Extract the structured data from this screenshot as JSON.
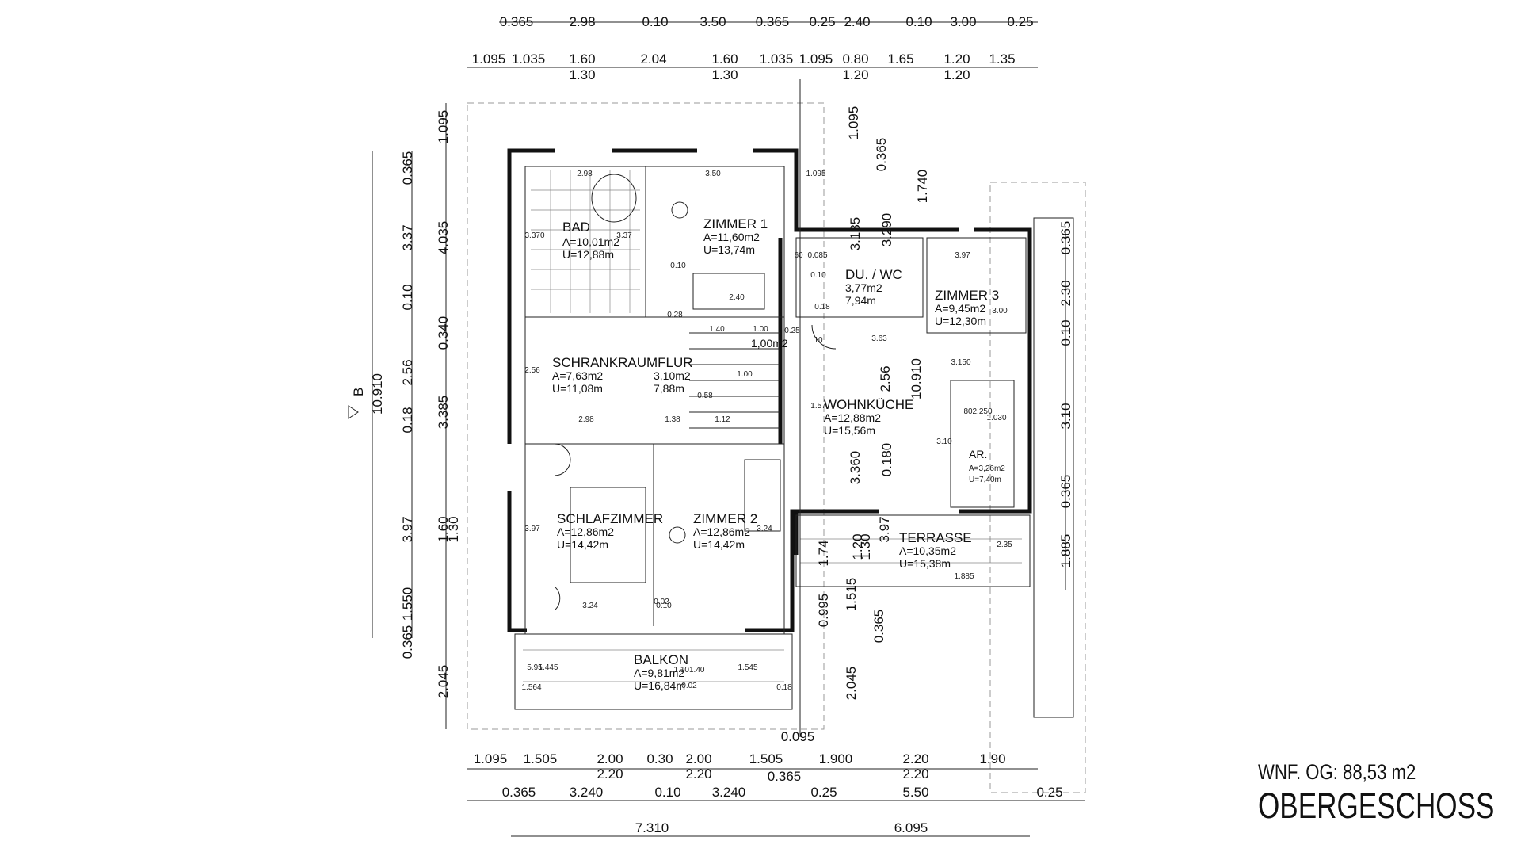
{
  "title_block": {
    "wnf": "WNF. OG: 88,53 m2",
    "floor": "OBERGESCHOSS"
  },
  "section_marker": "B",
  "rooms": {
    "bad": {
      "name": "BAD",
      "area": "A=10,01m2",
      "perimeter": "U=12,88m"
    },
    "zimmer1": {
      "name": "ZIMMER 1",
      "area": "A=11,60m2",
      "perimeter": "U=13,74m"
    },
    "duwc": {
      "name": "DU. / WC",
      "area": "3,77m2",
      "perimeter": "7,94m"
    },
    "zimmer3": {
      "name": "ZIMMER 3",
      "area": "A=9,45m2",
      "perimeter": "U=12,30m"
    },
    "flur": {
      "name": "SCHRANKRAUMFLUR",
      "area": "A=7,63m2",
      "perimeter": "U=11,08m"
    },
    "flur2": {
      "area": "3,10m2",
      "perimeter": "7,88m"
    },
    "stair": {
      "area": "1,00m2"
    },
    "wohn": {
      "name": "WOHNKÜCHE",
      "area": "A=12,88m2",
      "perimeter": "U=15,56m"
    },
    "ar": {
      "name": "AR.",
      "area": "A=3,26m2",
      "perimeter": "U=7,40m"
    },
    "schlaf": {
      "name": "SCHLAFZIMMER",
      "area": "A=12,86m2",
      "perimeter": "U=14,42m"
    },
    "zimmer2": {
      "name": "ZIMMER 2",
      "area": "A=12,86m2",
      "perimeter": "U=14,42m"
    },
    "terrasse": {
      "name": "TERRASSE",
      "area": "A=10,35m2",
      "perimeter": "U=15,38m"
    },
    "balkon": {
      "name": "BALKON",
      "area": "A=9,81m2",
      "perimeter": "U=16,84m"
    }
  },
  "dims_top_row1": [
    "0.365",
    "2.98",
    "0.10",
    "3.50",
    "0.365",
    "0.25",
    "2.40",
    "0.10",
    "3.00",
    "0.25"
  ],
  "dims_top_row2": [
    "1.095",
    "1.035",
    "1.60",
    "2.04",
    "1.60",
    "1.035",
    "1.095",
    "0.80",
    "1.65",
    "1.20",
    "1.35"
  ],
  "dims_top_row2_sub": [
    "1.30",
    "1.30",
    "1.20",
    "1.20"
  ],
  "dims_left_outer": [
    "10.910"
  ],
  "dims_left_mid": [
    "0.365",
    "3.37",
    "0.10",
    "2.56",
    "0.18",
    "3.97",
    "1.550",
    "0.365"
  ],
  "dims_left_inner": [
    "1.095",
    "4.035",
    "0.340",
    "3.385",
    "1.60",
    "1.30",
    "2.045"
  ],
  "dims_center_v": [
    "1.095",
    "0.365",
    "1.740",
    "3.135",
    "3.290",
    "2.56",
    "10.910",
    "3.360",
    "0.180",
    "3.97",
    "1.20",
    "1.30",
    "1.74",
    "1.515",
    "0.995",
    "0.365",
    "2.045"
  ],
  "dims_right_v": [
    "0.365",
    "2.30",
    "0.10",
    "3.10",
    "0.365",
    "1.885"
  ],
  "dims_bottom_row1": [
    "1.095",
    "1.505",
    "2.00",
    "0.30",
    "2.00",
    "1.505",
    "1.900",
    "2.20",
    "1.90"
  ],
  "dims_bottom_row1_sub": [
    "2.20",
    "2.20",
    "2.20"
  ],
  "dims_bottom_mid": [
    "0.095",
    "0.365"
  ],
  "dims_bottom_row2": [
    "0.365",
    "3.240",
    "0.10",
    "3.240",
    "0.25",
    "5.50",
    "0.25"
  ],
  "dims_bottom_row3": [
    "7.310",
    "6.095"
  ],
  "dims_inner_small": [
    "2.98",
    "3.50",
    "1.095",
    "3.370",
    "3.37",
    "2.40",
    "1.40",
    "1.00",
    "2.56",
    "2.98",
    "1.38",
    "1.12",
    "3.97",
    "3.24",
    "0.10",
    "3.24",
    "3.97",
    "3.00",
    "3.150",
    "3.10",
    "2.35",
    "1.885",
    "5.95",
    "1.445",
    "1.545",
    "1.564",
    "0.18",
    "0.18",
    "0.10",
    "1.57",
    "3.63",
    "1.030",
    "2.250",
    "80",
    "10",
    "60",
    "0.085",
    "0.25",
    "1.00",
    "0.58",
    "0.28",
    "0.10",
    "1.101.40",
    "0.02",
    "0.02",
    "0.10"
  ]
}
